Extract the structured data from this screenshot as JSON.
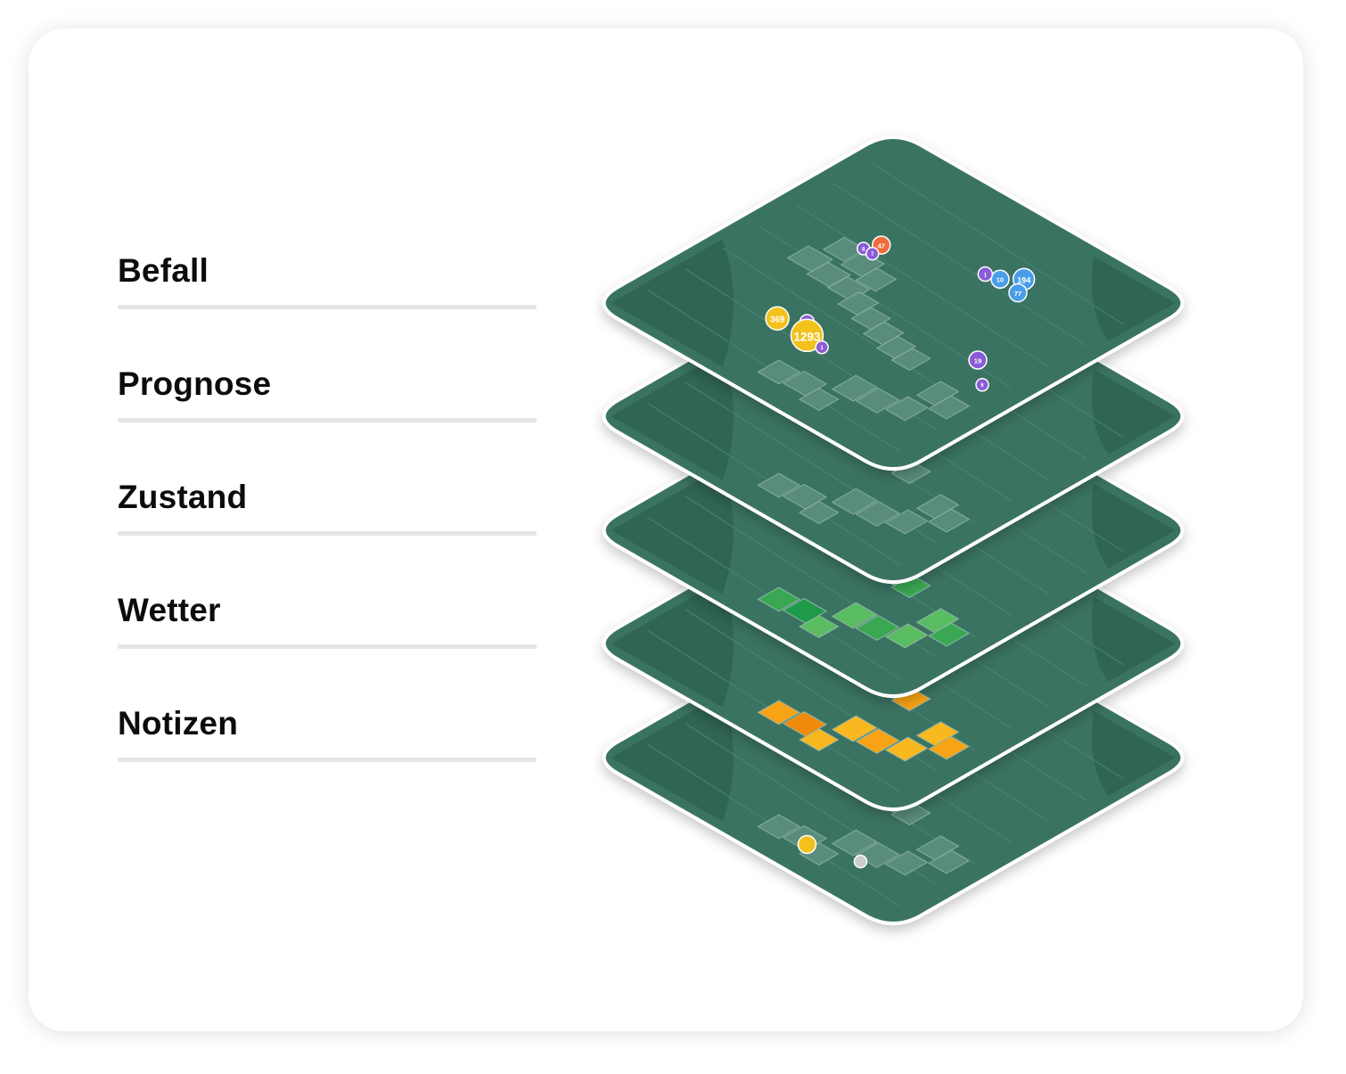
{
  "layers": [
    {
      "label": "Befall"
    },
    {
      "label": "Prognose"
    },
    {
      "label": "Zustand"
    },
    {
      "label": "Wetter"
    },
    {
      "label": "Notizen"
    }
  ],
  "map_colors": {
    "base": "#3a7362",
    "dark": "#2f6353",
    "field": "#5d8f80",
    "border": "#ffffff"
  },
  "befall_markers": [
    {
      "text": "194",
      "color": "#4a9ee8"
    },
    {
      "text": "10",
      "color": "#4a9ee8"
    },
    {
      "text": "77",
      "color": "#4a9ee8"
    },
    {
      "text": "1",
      "color": "#8a5cd8"
    },
    {
      "text": "47",
      "color": "#ef6b3a"
    },
    {
      "text": "8",
      "color": "#8a5cd8"
    },
    {
      "text": "7",
      "color": "#8a5cd8"
    },
    {
      "text": "19",
      "color": "#8a5cd8"
    },
    {
      "text": "2",
      "color": "#8a5cd8"
    },
    {
      "text": "1293",
      "color": "#f2c11c"
    },
    {
      "text": "369",
      "color": "#f2c11c"
    },
    {
      "text": "1",
      "color": "#8a5cd8"
    },
    {
      "text": "6",
      "color": "#8a5cd8"
    }
  ],
  "field_colors": {
    "zustand": [
      "#1f9a48",
      "#3aa853",
      "#5bbd62"
    ],
    "wetter": [
      "#f08a0c",
      "#f7a315",
      "#f9b81f"
    ],
    "notizen_pins": [
      "#f2c11c",
      "#cccccc"
    ]
  }
}
